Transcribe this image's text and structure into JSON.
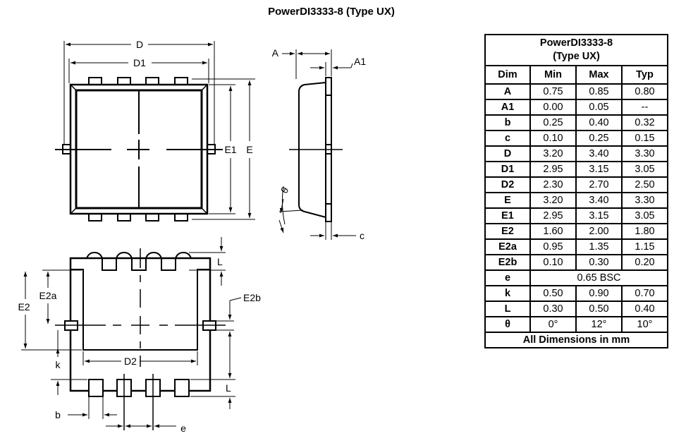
{
  "title": "PowerDI3333-8 (Type UX)",
  "labels": {
    "D": "D",
    "D1": "D1",
    "E1": "E1",
    "E": "E",
    "A": "A",
    "A1": "A1",
    "theta": "θ",
    "c": "c",
    "L": "L",
    "E2a": "E2a",
    "E2": "E2",
    "E2b": "E2b",
    "k": "k",
    "D2": "D2",
    "b": "b",
    "e": "e"
  },
  "table": {
    "caption_line1": "PowerDI3333-8",
    "caption_line2": "(Type UX)",
    "headers": [
      "Dim",
      "Min",
      "Max",
      "Typ"
    ],
    "rows": [
      {
        "dim": "A",
        "min": "0.75",
        "max": "0.85",
        "typ": "0.80"
      },
      {
        "dim": "A1",
        "min": "0.00",
        "max": "0.05",
        "typ": "--"
      },
      {
        "dim": "b",
        "min": "0.25",
        "max": "0.40",
        "typ": "0.32"
      },
      {
        "dim": "c",
        "min": "0.10",
        "max": "0.25",
        "typ": "0.15"
      },
      {
        "dim": "D",
        "min": "3.20",
        "max": "3.40",
        "typ": "3.30"
      },
      {
        "dim": "D1",
        "min": "2.95",
        "max": "3.15",
        "typ": "3.05"
      },
      {
        "dim": "D2",
        "min": "2.30",
        "max": "2.70",
        "typ": "2.50"
      },
      {
        "dim": "E",
        "min": "3.20",
        "max": "3.40",
        "typ": "3.30"
      },
      {
        "dim": "E1",
        "min": "2.95",
        "max": "3.15",
        "typ": "3.05"
      },
      {
        "dim": "E2",
        "min": "1.60",
        "max": "2.00",
        "typ": "1.80"
      },
      {
        "dim": "E2a",
        "min": "0.95",
        "max": "1.35",
        "typ": "1.15"
      },
      {
        "dim": "E2b",
        "min": "0.10",
        "max": "0.30",
        "typ": "0.20"
      }
    ],
    "row_e": {
      "dim": "e",
      "value": "0.65 BSC"
    },
    "rows_tail": [
      {
        "dim": "k",
        "min": "0.50",
        "max": "0.90",
        "typ": "0.70"
      },
      {
        "dim": "L",
        "min": "0.30",
        "max": "0.50",
        "typ": "0.40"
      },
      {
        "dim": "θ",
        "min": "0°",
        "max": "12°",
        "typ": "10°"
      }
    ],
    "footer": "All Dimensions in mm"
  }
}
